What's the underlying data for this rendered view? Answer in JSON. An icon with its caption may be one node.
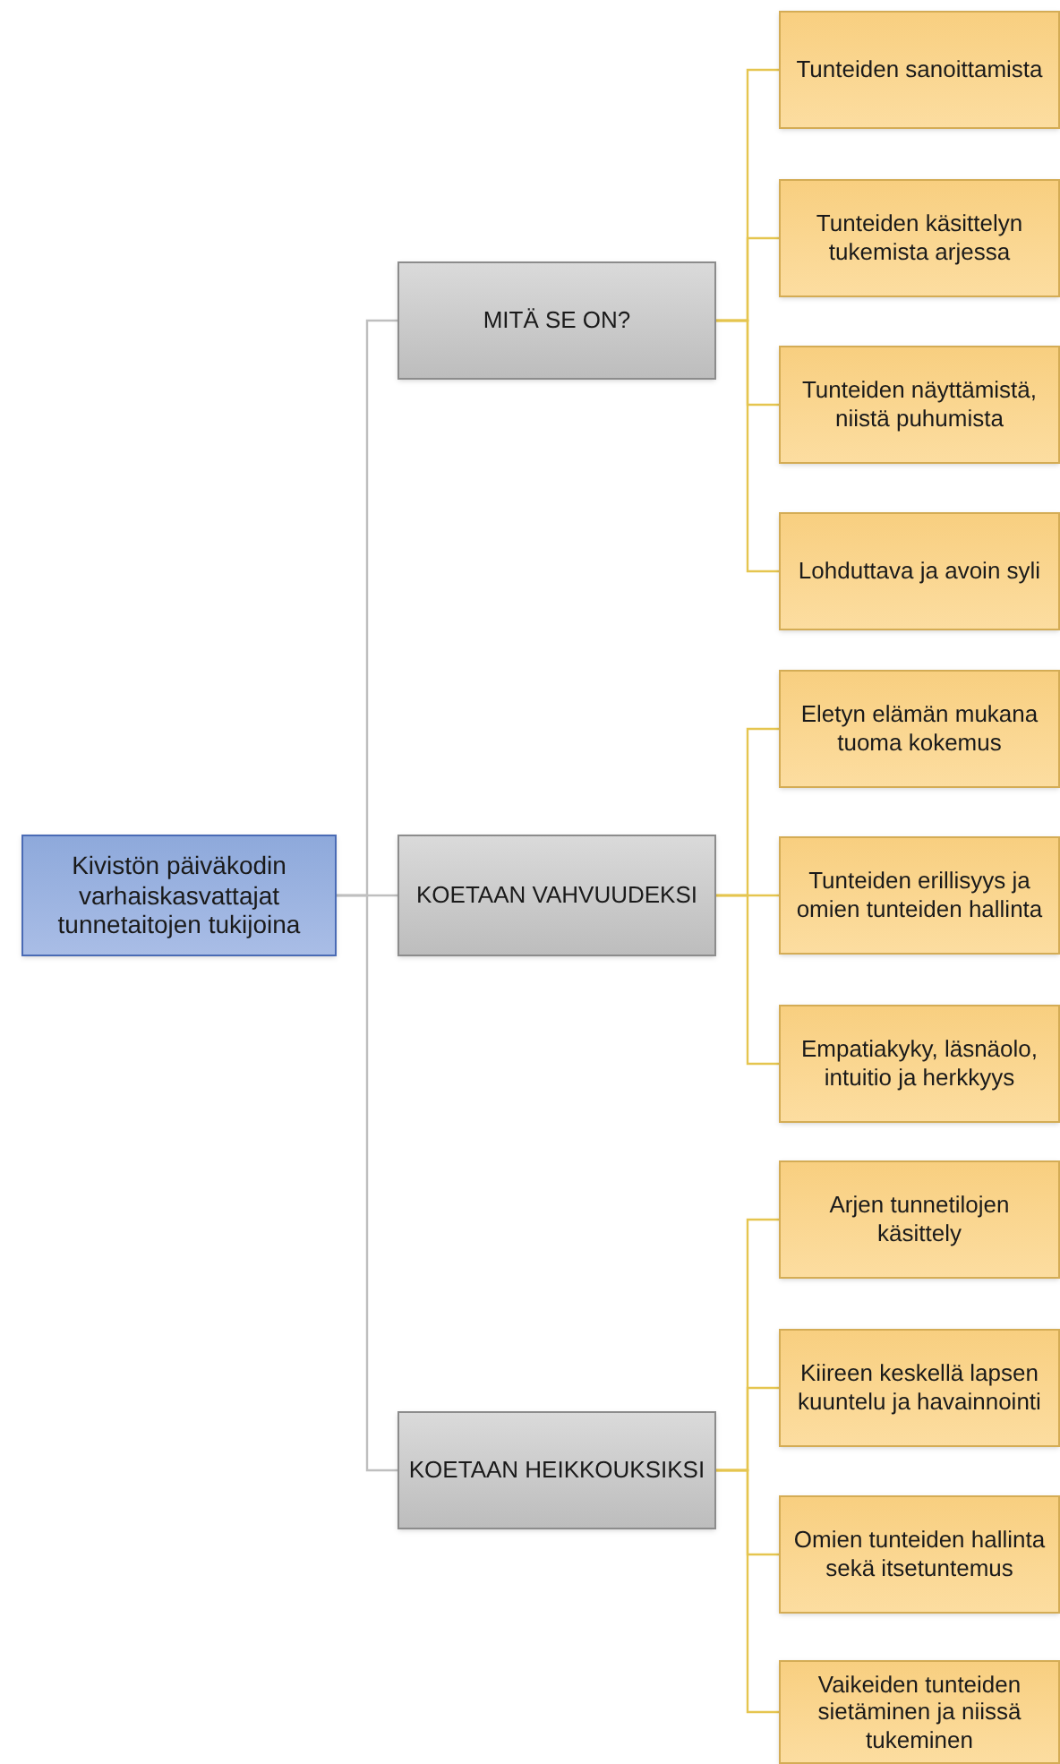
{
  "diagram": {
    "nodes": [
      {
        "text": [
          "Kivistön päiväkodin varhaiskasvattajat tunnetaitojen tukijoina"
        ]
      },
      {
        "text": [
          "MITÄ SE ON?"
        ]
      },
      {
        "text": [
          "KOETAAN VAHVUUDEKSI"
        ]
      },
      {
        "text": [
          "KOETAAN HEIKKOUKSIKSI"
        ]
      },
      {
        "text": [
          "Tunteiden sanoittamista"
        ]
      },
      {
        "text": [
          "Tunteiden käsittelyn tukemista arjessa"
        ]
      },
      {
        "text": [
          "Tunteiden näyttämistä, niistä puhumista"
        ]
      },
      {
        "text": [
          "Lohduttava ja avoin syli"
        ]
      },
      {
        "text": [
          "Eletyn elämän mukana tuoma kokemus"
        ]
      },
      {
        "text": [
          "Tunteiden erillisyys ja omien tunteiden hallinta"
        ]
      },
      {
        "text": [
          "Empatiakyky, läsnäolo, intuitio ja herkkyys"
        ]
      },
      {
        "text": [
          "Arjen tunnetilojen käsittely"
        ]
      },
      {
        "text": [
          "Kiireen keskellä lapsen kuuntelu ja havainnointi"
        ]
      },
      {
        "text": [
          "Omien tunteiden hallinta sekä itsetuntemus"
        ]
      },
      {
        "text": [
          "Vaikeiden tunteiden sietäminen ja niissä tukeminen"
        ]
      }
    ],
    "edges": [
      {
        "from": 0,
        "to": 1,
        "arrow": "none",
        "color": "#bfbfbf"
      },
      {
        "from": 0,
        "to": 2,
        "arrow": "none",
        "color": "#bfbfbf"
      },
      {
        "from": 0,
        "to": 3,
        "arrow": "none",
        "color": "#bfbfbf"
      },
      {
        "from": 1,
        "to": 4,
        "arrow": "none"
      },
      {
        "from": 1,
        "to": 5,
        "arrow": "none"
      },
      {
        "from": 1,
        "to": 6,
        "arrow": "none"
      },
      {
        "from": 1,
        "to": 7,
        "arrow": "none"
      },
      {
        "from": 2,
        "to": 8,
        "arrow": "none"
      },
      {
        "from": 2,
        "to": 9,
        "arrow": "none"
      },
      {
        "from": 2,
        "to": 10,
        "arrow": "none"
      },
      {
        "from": 3,
        "to": 11,
        "arrow": "none"
      },
      {
        "from": 3,
        "to": 12,
        "arrow": "none"
      },
      {
        "from": 3,
        "to": 13,
        "arrow": "none"
      },
      {
        "from": 3,
        "to": 14,
        "arrow": "none"
      }
    ]
  }
}
